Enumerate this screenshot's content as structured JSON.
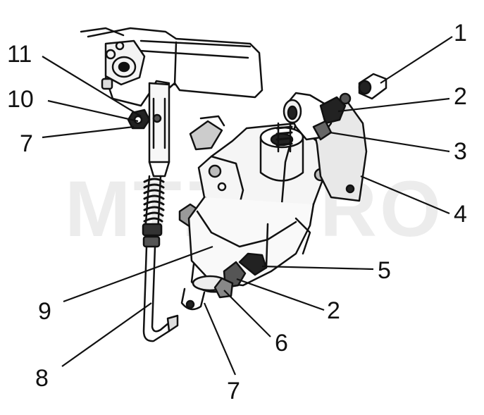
{
  "diagram": {
    "watermark": "MTZ-PRO",
    "callouts": [
      {
        "id": "c1",
        "label": "1"
      },
      {
        "id": "c2a",
        "label": "2"
      },
      {
        "id": "c3",
        "label": "3"
      },
      {
        "id": "c4",
        "label": "4"
      },
      {
        "id": "c5",
        "label": "5"
      },
      {
        "id": "c2b",
        "label": "2"
      },
      {
        "id": "c6",
        "label": "6"
      },
      {
        "id": "c7b",
        "label": "7"
      },
      {
        "id": "c8",
        "label": "8"
      },
      {
        "id": "c9",
        "label": "9"
      },
      {
        "id": "c7a",
        "label": "7"
      },
      {
        "id": "c10",
        "label": "10"
      },
      {
        "id": "c11",
        "label": "11"
      }
    ]
  }
}
